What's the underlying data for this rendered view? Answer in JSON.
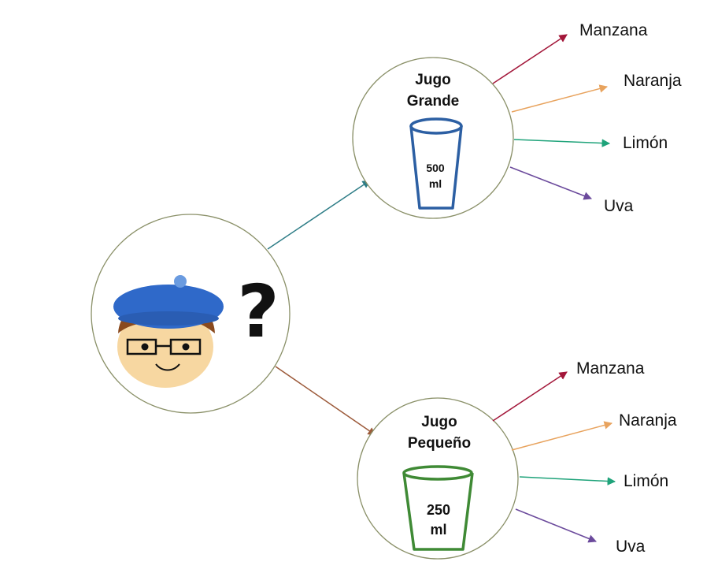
{
  "person": {
    "symbol": "?"
  },
  "large": {
    "title_line1": "Jugo",
    "title_line2": "Grande",
    "volume": "500",
    "unit": "ml",
    "flavors": [
      "Manzana",
      "Naranja",
      "Limón",
      "Uva"
    ]
  },
  "small": {
    "title_line1": "Jugo",
    "title_line2": "Pequeño",
    "volume": "250",
    "unit": "ml",
    "flavors": [
      "Manzana",
      "Naranja",
      "Limón",
      "Uva"
    ]
  },
  "colors": {
    "circle_stroke": "#8a9068",
    "arrow_to_large": "#2e7d87",
    "arrow_to_small": "#9c5a3a",
    "apple": "#a3173a",
    "orange": "#e8a35e",
    "lemon": "#1fa37a",
    "grape": "#6b4a9c",
    "cup_large": "#2c5fa3",
    "cup_small": "#3f8a35",
    "beret": "#2f69c9",
    "hair": "#8a4a1e",
    "skin": "#f7d7a1"
  }
}
